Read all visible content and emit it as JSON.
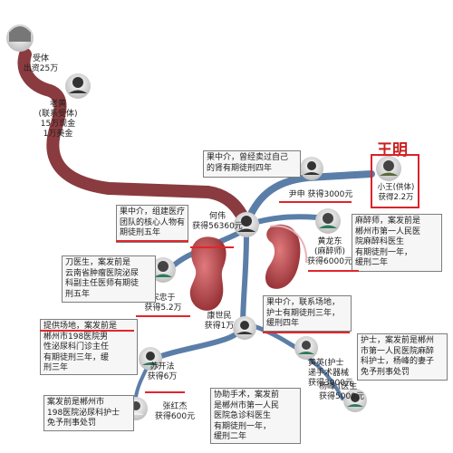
{
  "highlight": {
    "name": "王明"
  },
  "nodes": [
    {
      "id": "shouti",
      "label": "受体\n出资25万"
    },
    {
      "id": "laohuang",
      "label": "老黄\n(联系受体)\n15万现金\n1万美金"
    },
    {
      "id": "xiaowang",
      "label": "小王(供体)\n获得2.2万"
    },
    {
      "id": "yinshen",
      "label": "尹申 获得3000元"
    },
    {
      "id": "hewei",
      "label": "何伟\n获得56360元"
    },
    {
      "id": "huanglongdong",
      "label": "黄龙东\n(麻醉师)\n获得6000元"
    },
    {
      "id": "songzhongyu",
      "label": "宋忠于\n获得5.2万"
    },
    {
      "id": "kangshimin",
      "label": "康世民\n获得1万"
    },
    {
      "id": "sukaifa",
      "label": "苏开法\n获得6万"
    },
    {
      "id": "zhanghongjie",
      "label": "张红杰\n获得600元"
    },
    {
      "id": "huangying",
      "label": "黄英(护士\n递手术器械\n获得3000元"
    },
    {
      "id": "yangfeng",
      "label": "杨峰 (医生\n获得5000元"
    }
  ],
  "notes": [
    {
      "id": "yinshen_note",
      "text": "果中介，曾经卖过自己\n的肾有期徒刑四年"
    },
    {
      "id": "hewei_note",
      "text": "果中介，组建医疗\n团队的核心人物有\n期徒刑五年"
    },
    {
      "id": "mazuishi_note",
      "text": "麻醉师，案发前是\n郴州市第一人民医\n院麻醉科医生\n有期徒刑一年，\n缓刑二年"
    },
    {
      "id": "songzhongyu_note",
      "text": "刀医生，案发前是\n云南省肿瘤医院泌尿\n科副主任医师有期徒\n刑五年"
    },
    {
      "id": "kangshimin_note",
      "text": "果中介，联系场地，\n护士有期徒刑三年，\n缓刑四年"
    },
    {
      "id": "sukaifa_note",
      "text": "提供场地，案发前是\n郴州市198医院男\n性泌尿科门诊主任\n有期徒刑三年，缓\n刑三年"
    },
    {
      "id": "huangying_note",
      "text": "护士，案发前是郴州\n市第一人民医院麻醉\n科护士，杨峰的妻子\n免予刑事处罚"
    },
    {
      "id": "zhanghongjie_note",
      "text": "案发前是郴州市\n198医院泌尿科护士\n免予刑事处罚"
    },
    {
      "id": "yangfeng_note",
      "text": "协助手术，案发前\n是郴州市第一人民\n医院急诊科医生\n有期徒刑一年，\n缓刑二年"
    }
  ],
  "colors": {
    "flow_main": "#8a3b3f",
    "flow_branch": "#5b7ea8",
    "accent_red": "#d9232b",
    "kidney": "#b84a4e"
  }
}
